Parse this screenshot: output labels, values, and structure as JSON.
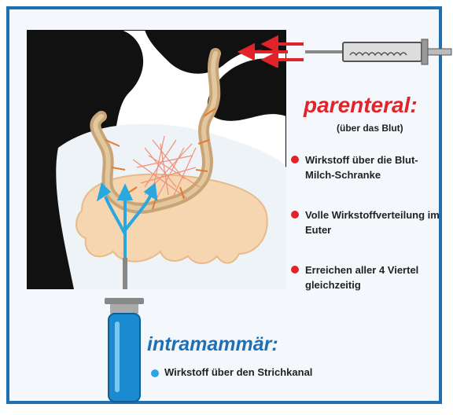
{
  "parenteral": {
    "title": "parenteral:",
    "subtitle": "(über das Blut)",
    "bullets": [
      "Wirkstoff über die Blut-Milch-Schranke",
      "Volle Wirkstoffverteilung im Euter",
      "Erreichen aller 4 Viertel gleichzeitig"
    ],
    "bullet_color": "#e3232a"
  },
  "intramammaer": {
    "title": "intramammär:",
    "bullets": [
      "Wirkstoff über den Strichkanal"
    ],
    "bullet_color": "#29a8e0"
  },
  "colors": {
    "frame": "#1f6fb5",
    "red": "#e3232a",
    "blue": "#29a8e0",
    "tissue": "#f5d6b0",
    "vessel": "#d2b48c"
  }
}
